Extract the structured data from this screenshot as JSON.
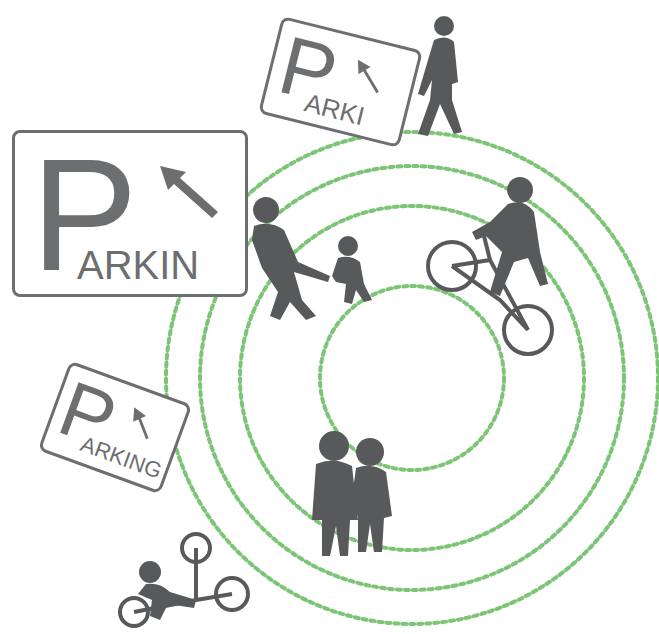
{
  "diagram": {
    "nodes": [
      {
        "text": [
          "P",
          "ARKIN"
        ]
      },
      {
        "text": [
          "P",
          "ARKI"
        ]
      },
      {
        "text": [
          "P",
          "ARKING"
        ]
      }
    ]
  }
}
